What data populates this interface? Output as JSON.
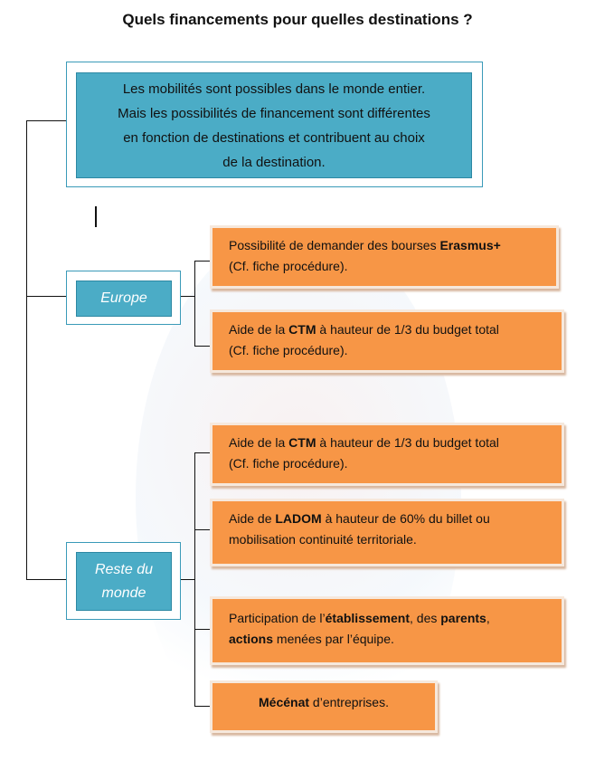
{
  "title": "Quels financements pour quelles destinations ?",
  "intro": {
    "lines": [
      "Les mobilités  sont possibles dans le monde entier.",
      "Mais les possibilités  de financement sont différentes",
      "en fonction de destinations  et contribuent au choix",
      "de la destination."
    ]
  },
  "categories": {
    "europe": "Europe",
    "reste_1": "Reste du",
    "reste_2": "monde"
  },
  "europe_boxes": [
    {
      "a": "Possibilité de demander des bourses ",
      "b": "Erasmus+",
      "line2": "(Cf. fiche procédure)."
    },
    {
      "a": "Aide de la ",
      "b": "CTM",
      "c": " à hauteur de 1/3 du budget total",
      "line2": "(Cf. fiche procédure)."
    }
  ],
  "reste_boxes": [
    {
      "a": "Aide de la ",
      "b": "CTM",
      "c": " à hauteur de 1/3 du budget total",
      "line2": "(Cf. fiche procédure)."
    },
    {
      "a": "Aide de ",
      "b": "LADOM",
      "c": " à hauteur de 60% du billet ou",
      "line2": "mobilisation continuité territoriale."
    },
    {
      "a": "Participation de l’",
      "b": "établissement",
      "c": ", des ",
      "d": "parents",
      "e": ",",
      "f": "actions",
      "g": " menées par l’équipe."
    },
    {
      "b": "Mécénat",
      "c": " d’entreprises."
    }
  ],
  "colors": {
    "blue": "#4BACC6",
    "orange": "#F79646"
  }
}
